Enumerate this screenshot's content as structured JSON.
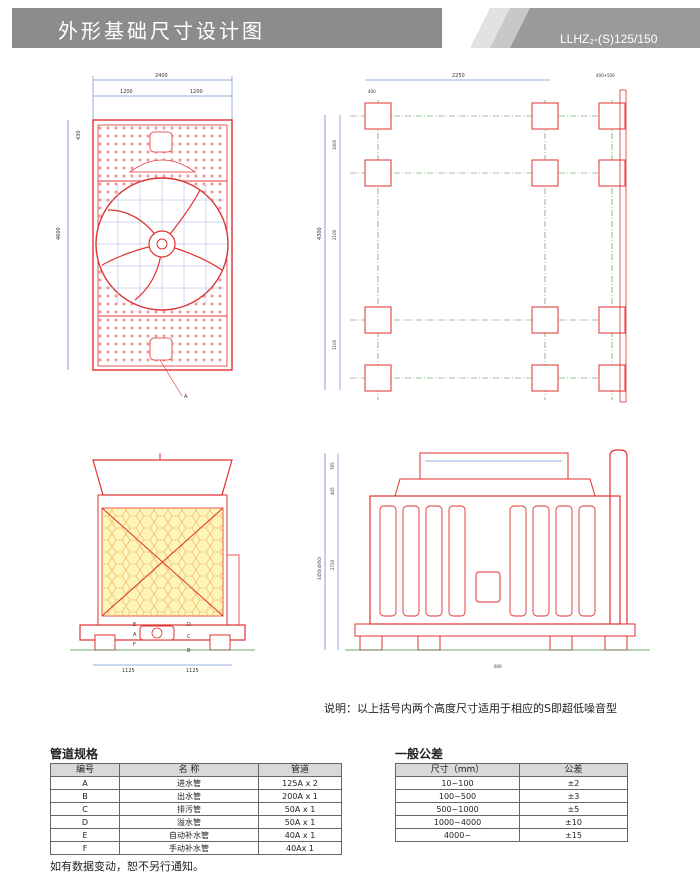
{
  "header": {
    "title": "外形基础尺寸设计图",
    "model": "LLHZ₂-(S)125/150",
    "colors": {
      "bar": "#8c8c8c",
      "strip_light": "#d0d0d0",
      "strip_dark": "#9a9a9a",
      "accent": "#e03030",
      "dim_line": "#3060c0"
    }
  },
  "drawing": {
    "top_view": {
      "dims": [
        "2400",
        "1200",
        "1200",
        "4600",
        "430"
      ],
      "label_a": "A"
    },
    "foundation_plan": {
      "dims": [
        "2250",
        "400",
        "400+500",
        "1000",
        "4300",
        "2100",
        "1100"
      ]
    },
    "side_view": {
      "dims": [
        "1125",
        "1125"
      ],
      "labels": [
        "E",
        "A",
        "F",
        "D",
        "C",
        "B"
      ]
    },
    "front_view": {
      "dims": [
        "765",
        "405",
        "3450(4950)",
        "2720",
        "600"
      ]
    }
  },
  "note": "说明：以上括号内两个高度尺寸适用于相应的S即超低噪音型",
  "pipe_spec": {
    "title": "管道规格",
    "headers": [
      "编号",
      "名 称",
      "管道"
    ],
    "rows": [
      [
        "A",
        "进水管",
        "125A x 2"
      ],
      [
        "B",
        "出水管",
        "200A x 1"
      ],
      [
        "C",
        "排污管",
        "50A x 1"
      ],
      [
        "D",
        "溢水管",
        "50A x 1"
      ],
      [
        "E",
        "自动补水管",
        "40A x 1"
      ],
      [
        "F",
        "手动补水管",
        "40Ax 1"
      ]
    ]
  },
  "tolerance": {
    "title": "一般公差",
    "headers": [
      "尺寸（mm）",
      "公差"
    ],
    "rows": [
      [
        "10~100",
        "±2"
      ],
      [
        "100~500",
        "±3"
      ],
      [
        "500~1000",
        "±5"
      ],
      [
        "1000~4000",
        "±10"
      ],
      [
        "4000~",
        "±15"
      ]
    ]
  },
  "footer": "如有数据变动，恕不另行通知。"
}
